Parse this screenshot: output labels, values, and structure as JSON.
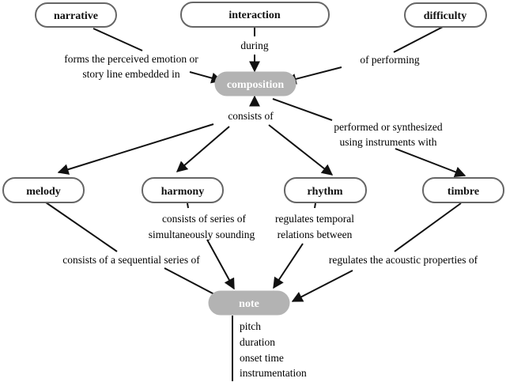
{
  "colors": {
    "node_border": "#666666",
    "node_fill": "#ffffff",
    "highlight_fill": "#b3b3b3",
    "highlight_text": "#ffffff",
    "line": "#111111",
    "text": "#111111"
  },
  "nodes": {
    "narrative": "narrative",
    "interaction": "interaction",
    "difficulty": "difficulty",
    "composition": "composition",
    "melody": "melody",
    "harmony": "harmony",
    "rhythm": "rhythm",
    "timbre": "timbre",
    "note": "note"
  },
  "edge_labels": {
    "narrative_line1": "forms the perceived emotion or",
    "narrative_line2": "story line embedded in",
    "interaction": "during",
    "difficulty": "of performing",
    "consists_of": "consists of",
    "timbre_line1": "performed or synthesized",
    "timbre_line2": "using instruments with",
    "harmony_line1": "consists of series of",
    "harmony_line2": "simultaneously sounding",
    "rhythm_line1": "regulates temporal",
    "rhythm_line2": "relations between",
    "melody": "consists of a sequential series of",
    "timbre_note": "regulates the acoustic properties of"
  },
  "note_attributes": [
    "pitch",
    "duration",
    "onset time",
    "instrumentation"
  ]
}
